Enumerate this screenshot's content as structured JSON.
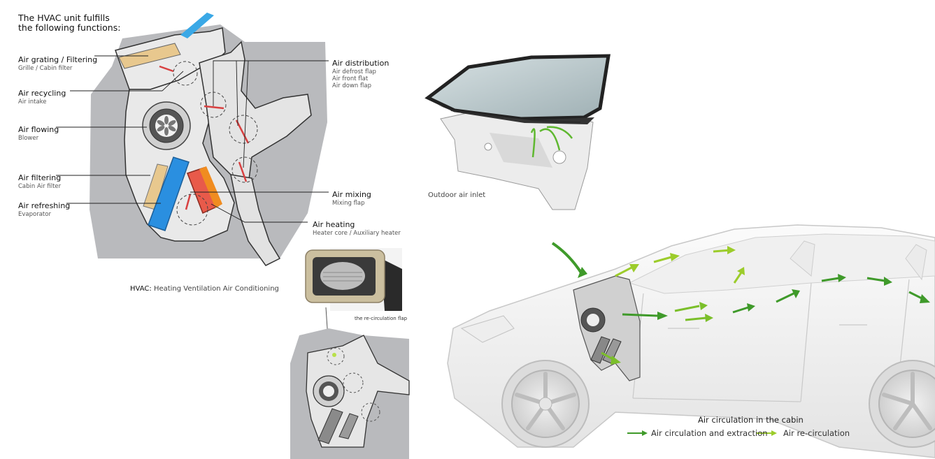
{
  "heading": {
    "line1": "The HVAC unit fulfills",
    "line2": "the following functions:"
  },
  "functions_left": [
    {
      "name": "Air grating / Filtering",
      "sub": "Grille / Cabin filter"
    },
    {
      "name": "Air recycling",
      "sub": "Air intake"
    },
    {
      "name": "Air flowing",
      "sub": "Blower"
    },
    {
      "name": "Air filtering",
      "sub": "Cabin Air filter"
    },
    {
      "name": "Air refreshing",
      "sub": "Evaporator"
    }
  ],
  "air_distribution": {
    "name": "Air distribution",
    "items": [
      "Air defrost flap",
      "Air front flat",
      "Air down flap"
    ]
  },
  "air_mixing": {
    "name": "Air mixing",
    "sub": "Mixing flap"
  },
  "air_heating": {
    "name": "Air heating",
    "sub": "Heater core / Auxiliary heater"
  },
  "hvac_caption": {
    "bold": "HVAC:",
    "text": "Heating Ventilation Air Conditioning"
  },
  "recirculation_flap_label": "the re-circulation flap",
  "outdoor_inlet_label": "Outdoor air inlet",
  "cabin": {
    "title": "Air circulation in the cabin",
    "legend": [
      {
        "label": "Air circulation and extraction",
        "color": "#3f9a2a"
      },
      {
        "label": "Air re-circulation",
        "color": "#9ccc2b"
      }
    ]
  },
  "colors": {
    "evaporator": "#2a8fe0",
    "heater": "#e85a4a",
    "heater_side": "#f08c20",
    "filter": "#e8c88e",
    "housing": "#e9e9e9",
    "backdrop": "#b9babd",
    "flap": "#d84040"
  }
}
